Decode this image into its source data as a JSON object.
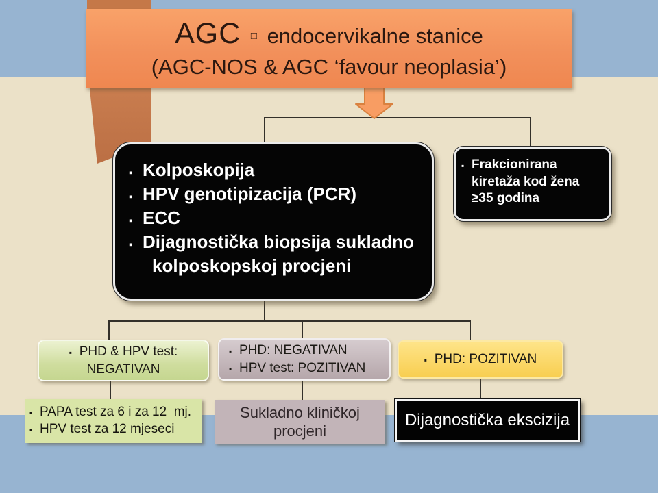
{
  "bullet_char": "▪",
  "title": {
    "main": "AGC",
    "bullet": "□",
    "subtitle": "endocervikalne stanice",
    "line2": "(AGC-NOS & AGC ‘favour neoplasia’)"
  },
  "workup_box": {
    "items": [
      "Kolposkopija",
      "HPV genotipizacija (PCR)",
      "ECC",
      "Dijagnostička biopsija sukladno",
      "kolposkopskoj procjeni"
    ]
  },
  "curettage_box": {
    "lines": [
      "Frakcionirana",
      "kiretaža kod žena",
      "≥35 godina"
    ]
  },
  "outcome_negative_box": {
    "line1": "PHD & HPV test:",
    "line2": "NEGATIVAN"
  },
  "outcome_mixed_box": {
    "lines": [
      "PHD: NEGATIVAN",
      "HPV test: POZITIVAN"
    ]
  },
  "outcome_positive_box": {
    "label": "PHD: POZITIVAN"
  },
  "followup_box": {
    "lines": [
      "PAPA test za 6 i za 12  mj.",
      "HPV test za 12 mjeseci"
    ]
  },
  "clinical_box": {
    "lines": [
      "Sukladno kliničkoj",
      "procjeni"
    ]
  },
  "excision_box": {
    "label": "Dijagnostička ekscizija"
  },
  "colors": {
    "accent_orange": "#f2905b",
    "ribbon_orange": "#c3764b",
    "band_blue": "#97b4d1",
    "background_tan": "#ebe1c8",
    "box_green": "#d9e5a7",
    "box_mauve": "#c2b4b8",
    "box_yellow": "#f9d258",
    "box_black": "#050505"
  }
}
